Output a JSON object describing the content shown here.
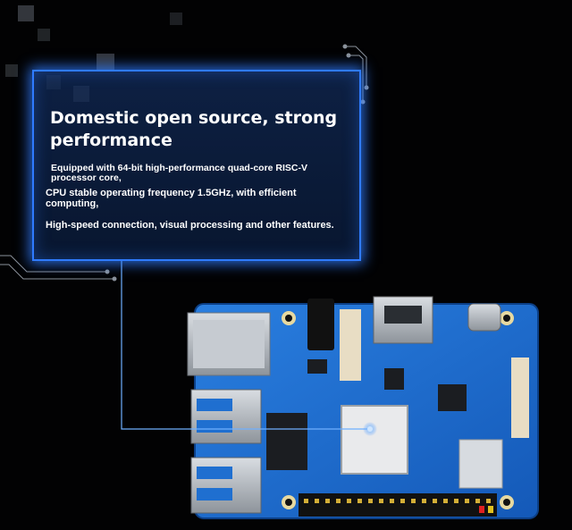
{
  "panel": {
    "title": "Domestic open source, strong performance",
    "line1": "Equipped with 64-bit high-performance quad-core RISC-V processor core,",
    "line2": "CPU stable operating frequency 1.5GHz, with efficient computing,",
    "line3": "High-speed connection, visual processing and other features."
  },
  "colors": {
    "background": "#000000",
    "panel_border": "#2f7bff",
    "board": "#1f6fd0",
    "chip": "#e9eaec"
  },
  "icons": [
    "circuit-trace-icon",
    "pixel-square-icon",
    "highlight-dot-icon"
  ]
}
